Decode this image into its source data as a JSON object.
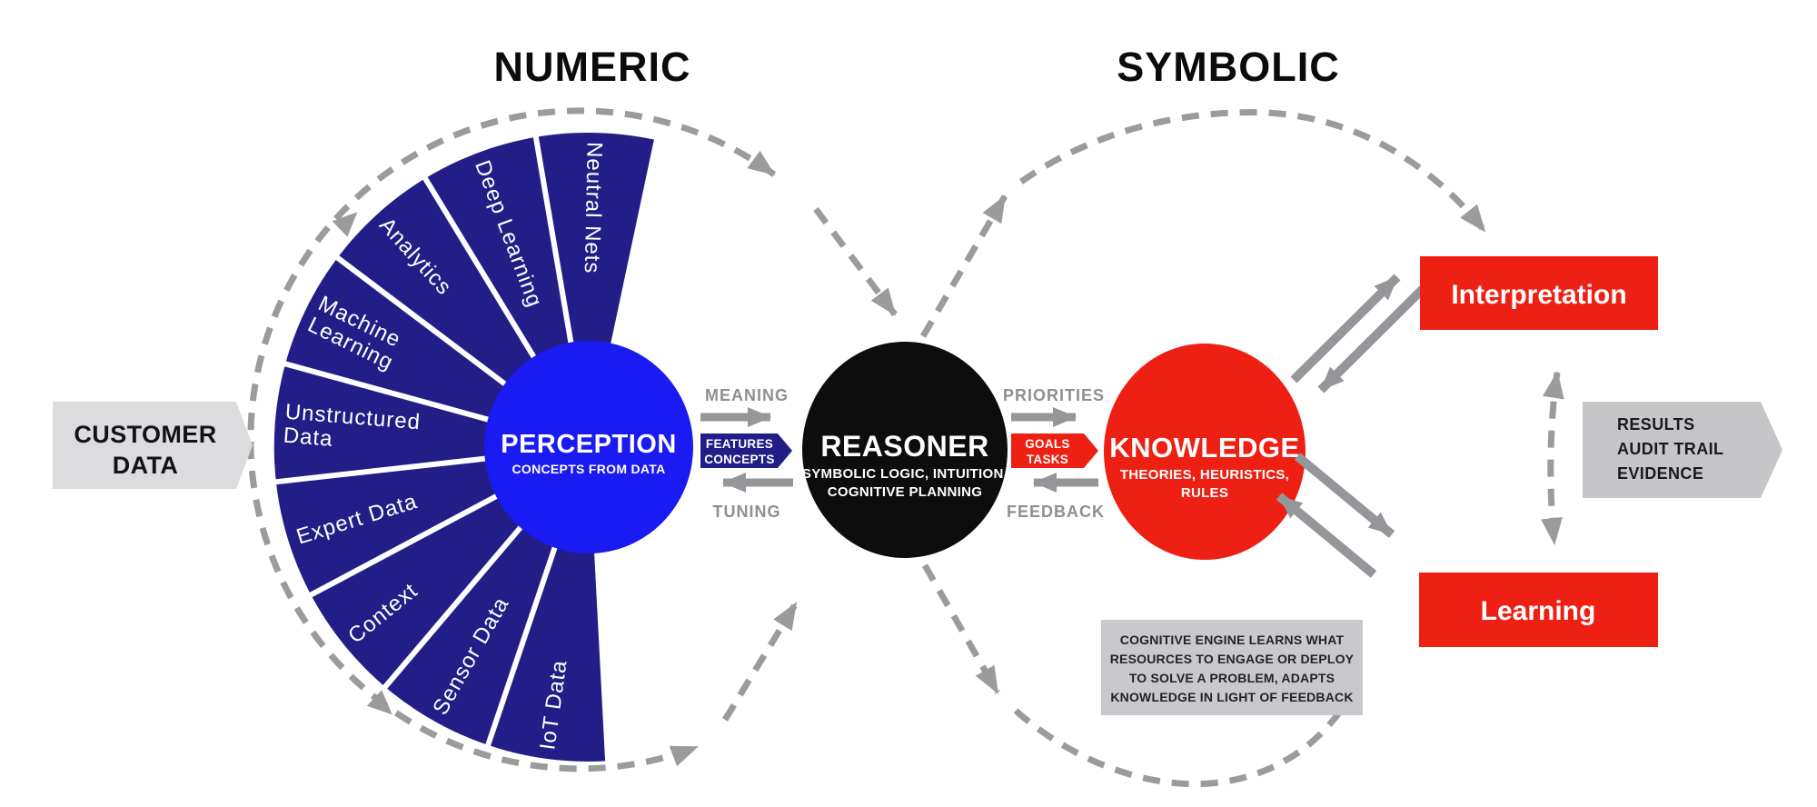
{
  "headers": {
    "numeric": "NUMERIC",
    "symbolic": "SYMBOLIC"
  },
  "customer_box": {
    "lines": [
      "CUSTOMER",
      "DATA"
    ]
  },
  "fan": {
    "fill": "#231e87",
    "segments": [
      {
        "lines": [
          "Neutral Nets"
        ]
      },
      {
        "lines": [
          "Deep Learning"
        ]
      },
      {
        "lines": [
          "Analytics"
        ]
      },
      {
        "lines": [
          "Machine",
          "Learning"
        ]
      },
      {
        "lines": [
          "Unstructured",
          "Data"
        ]
      },
      {
        "lines": [
          "Expert Data"
        ]
      },
      {
        "lines": [
          "Context"
        ]
      },
      {
        "lines": [
          "Sensor Data"
        ]
      },
      {
        "lines": [
          "IoT Data"
        ]
      }
    ]
  },
  "perception": {
    "title": "PERCEPTION",
    "subtitle": "CONCEPTS FROM DATA",
    "color": "#1a1af2"
  },
  "reasoner": {
    "title": "REASONER",
    "subtitle_lines": [
      "SYMBOLIC LOGIC, INTUITION,",
      "COGNITIVE PLANNING"
    ],
    "color": "#0d0d0d"
  },
  "knowledge": {
    "title": "KNOWLEDGE",
    "subtitle_lines": [
      "THEORIES, HEURISTICS,",
      "RULES"
    ],
    "color": "#ee2014"
  },
  "flow_left": {
    "top_label": "MEANING",
    "chevron_lines": [
      "FEATURES",
      "CONCEPTS"
    ],
    "chevron_color": "#231e87",
    "bottom_label": "TUNING"
  },
  "flow_right": {
    "top_label": "PRIORITIES",
    "chevron_lines": [
      "GOALS",
      "TASKS"
    ],
    "chevron_color": "#ee2014",
    "bottom_label": "FEEDBACK"
  },
  "interpretation_box": {
    "label": "Interpretation",
    "color": "#ee2014"
  },
  "learning_box": {
    "label": "Learning",
    "color": "#ee2014"
  },
  "results_box": {
    "lines": [
      "RESULTS",
      "AUDIT TRAIL",
      "EVIDENCE"
    ],
    "color": "#c6c6c8"
  },
  "info_box": {
    "lines": [
      "COGNITIVE ENGINE LEARNS WHAT",
      "RESOURCES TO ENGAGE OR DEPLOY",
      "TO SOLVE A PROBLEM, ADAPTS",
      "KNOWLEDGE IN LIGHT OF FEEDBACK"
    ],
    "color": "#c9c9cd"
  },
  "accent_colors": {
    "arrow_gray": "#96969a",
    "dash_gray": "#9b9b9d",
    "customer_gray": "#dcdcde"
  }
}
